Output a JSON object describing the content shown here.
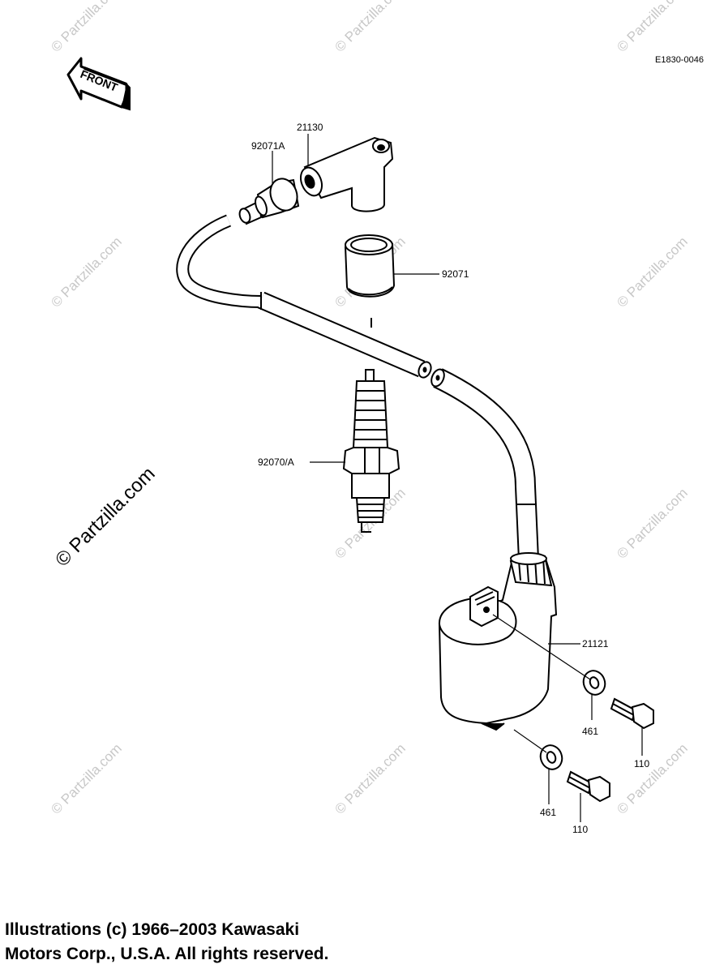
{
  "diagram_code": "E1830-0046",
  "front_label": "FRONT",
  "watermark": "© Partzilla.com",
  "parts": {
    "cap": "21130",
    "cap_seal": "92071A",
    "plug_cap": "92071",
    "spark_plug": "92070/A",
    "coil": "21121",
    "washer_upper": "461",
    "washer_lower": "461",
    "bolt_upper": "110",
    "bolt_lower": "110"
  },
  "copyright": {
    "line1": "Illustrations (c) 1966–2003 Kawasaki",
    "line2": "Motors Corp., U.S.A.  All rights reserved."
  }
}
